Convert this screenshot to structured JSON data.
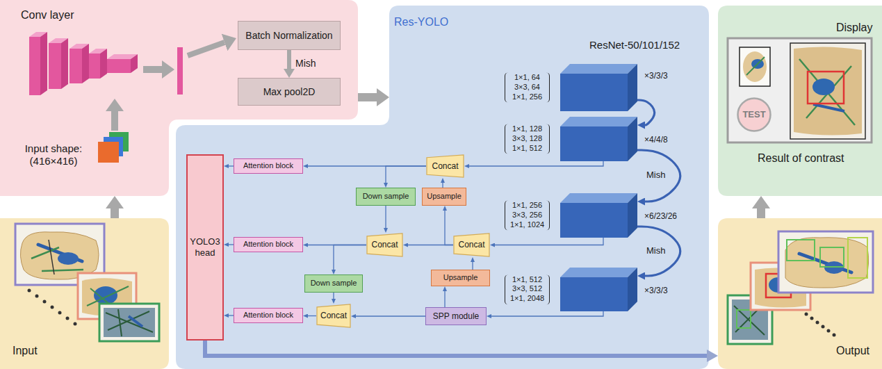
{
  "diagram": {
    "nodes": [
      {
        "text": [
          "Conv layer"
        ]
      },
      {
        "text": [
          "Batch Normalization"
        ],
        "in": 0
      },
      {
        "text": [
          "Max pool2D"
        ],
        "in": 0
      },
      {
        "text": [
          "Res-YOLO"
        ]
      },
      {
        "text": [
          "Display",
          "Result of contrast"
        ]
      },
      {
        "text": [
          "TEST"
        ],
        "in": 4
      },
      {
        "text": [
          "Input"
        ]
      },
      {
        "text": [
          "Output"
        ]
      },
      {
        "text": [
          "1×1, 64 3×3, 64 1×1, 256",
          "×3/3/3"
        ],
        "in": 3
      },
      {
        "text": [
          "1×1, 128 3×3, 128 1×1, 512",
          "×4/4/8"
        ],
        "in": 3
      },
      {
        "text": [
          "1×1, 256 3×3, 256 1×1, 1024",
          "×6/23/26"
        ],
        "in": 3
      },
      {
        "text": [
          "1×1, 512 3×3, 512 1×1, 2048",
          "×3/3/3"
        ],
        "in": 3
      },
      {
        "text": [
          "YOLO3 head"
        ],
        "in": 3
      },
      {
        "text": [
          "Attention block"
        ],
        "in": 3
      },
      {
        "text": [
          "Concat"
        ],
        "in": 3
      },
      {
        "text": [
          "Down sample"
        ],
        "in": 3
      },
      {
        "text": [
          "Upsample"
        ],
        "in": 3
      },
      {
        "text": [
          "Attention block"
        ],
        "in": 3
      },
      {
        "text": [
          "Concat"
        ],
        "in": 3
      },
      {
        "text": [
          "Concat"
        ],
        "in": 3
      },
      {
        "text": [
          "Down sample"
        ],
        "in": 3
      },
      {
        "text": [
          "Upsample"
        ],
        "in": 3
      },
      {
        "text": [
          "Attention block"
        ],
        "in": 3
      },
      {
        "text": [
          "Concat"
        ],
        "in": 3
      },
      {
        "text": [
          "SPP module"
        ],
        "in": 3
      }
    ],
    "edges": [
      {
        "from": 6,
        "to": 0,
        "arrow": "to"
      },
      {
        "from": 0,
        "to": 3,
        "arrow": "to"
      },
      {
        "from": 1,
        "to": 2,
        "label": "Mish",
        "arrow": "to"
      },
      {
        "from": 8,
        "to": 9,
        "arrow": "to"
      },
      {
        "from": 9,
        "to": 10,
        "label": "Mish",
        "arrow": "to"
      },
      {
        "from": 10,
        "to": 11,
        "label": "Mish",
        "arrow": "to"
      },
      {
        "from": 9,
        "to": 14,
        "arrow": "to"
      },
      {
        "from": 14,
        "to": 13,
        "arrow": "to"
      },
      {
        "from": 13,
        "to": 12,
        "arrow": "to"
      },
      {
        "from": 16,
        "to": 14,
        "arrow": "to"
      },
      {
        "from": 14,
        "to": 15,
        "arrow": "to"
      },
      {
        "from": 15,
        "to": 18,
        "arrow": "to"
      },
      {
        "from": 19,
        "to": 18,
        "arrow": "to"
      },
      {
        "from": 19,
        "to": 16,
        "arrow": "to"
      },
      {
        "from": 10,
        "to": 19,
        "arrow": "to"
      },
      {
        "from": 18,
        "to": 17,
        "arrow": "to"
      },
      {
        "from": 17,
        "to": 12,
        "arrow": "to"
      },
      {
        "from": 18,
        "to": 20,
        "arrow": "to"
      },
      {
        "from": 20,
        "to": 23,
        "arrow": "to"
      },
      {
        "from": 24,
        "to": 23,
        "arrow": "to"
      },
      {
        "from": 24,
        "to": 21,
        "arrow": "to"
      },
      {
        "from": 21,
        "to": 19,
        "arrow": "to"
      },
      {
        "from": 11,
        "to": 24,
        "arrow": "to"
      },
      {
        "from": 23,
        "to": 22,
        "arrow": "to"
      },
      {
        "from": 22,
        "to": 12,
        "arrow": "to"
      },
      {
        "from": 12,
        "to": 7,
        "arrow": "to"
      },
      {
        "from": 7,
        "to": 4,
        "arrow": "to"
      }
    ],
    "labels": [
      "Input shape: (416×416)",
      "ResNet-50/101/152"
    ]
  }
}
